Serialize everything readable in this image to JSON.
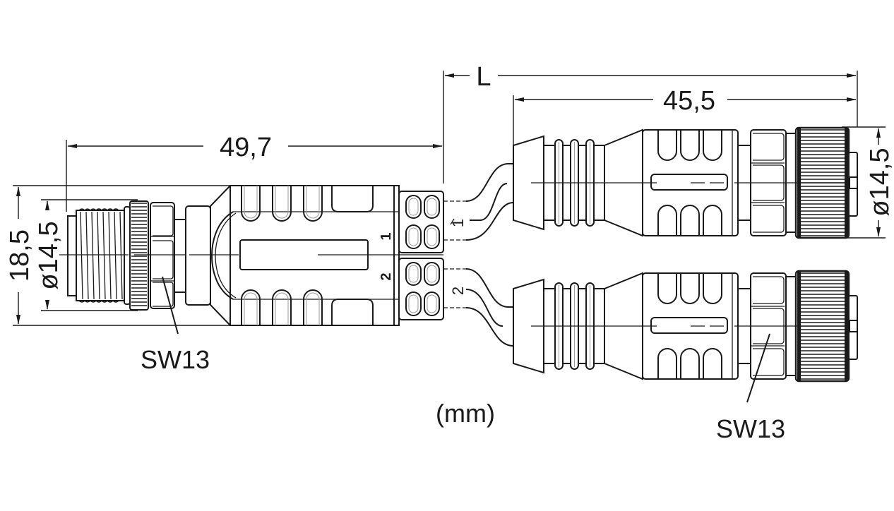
{
  "drawing": {
    "title": "M12 Y-splitter cable dimensional drawing",
    "units_label": "(mm)",
    "dimensions": {
      "total_length": "L",
      "socket_length": "45,5",
      "plug_length": "49,7",
      "plug_height": "18,5",
      "plug_diameter": "ø14,5",
      "socket_diameter": "ø14,5"
    },
    "wrench_size_plug": "SW13",
    "wrench_size_socket": "SW13",
    "port_labels": [
      "1",
      "2"
    ],
    "wire_labels": [
      "1",
      "2"
    ]
  }
}
